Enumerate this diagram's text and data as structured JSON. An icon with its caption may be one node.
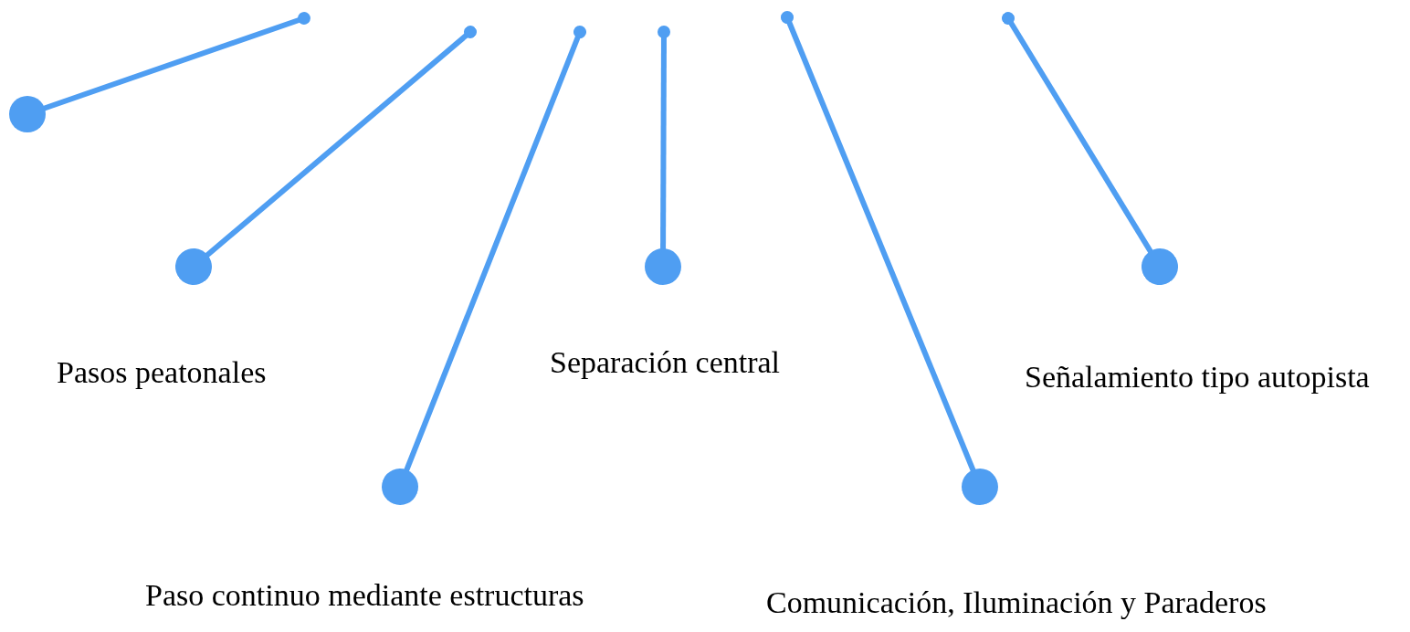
{
  "diagram": {
    "nodes": [
      {
        "text": [],
        "shape": "circle"
      },
      {
        "text": [
          "Pasos peatonales"
        ]
      },
      {
        "text": [
          "Separación central"
        ]
      },
      {
        "text": [
          "Señalamiento tipo autopista"
        ]
      },
      {
        "text": [
          "Paso continuo mediante estructuras"
        ]
      },
      {
        "text": [
          "Comunicación, Iluminación y Paraderos"
        ]
      }
    ],
    "edges": [
      {
        "from": 0,
        "to": null,
        "arrow": "other"
      },
      {
        "from": 1,
        "to": null,
        "arrow": "other"
      },
      {
        "from": 4,
        "to": null,
        "arrow": "other"
      },
      {
        "from": 2,
        "to": null,
        "arrow": "other"
      },
      {
        "from": 5,
        "to": null,
        "arrow": "other"
      },
      {
        "from": 3,
        "to": null,
        "arrow": "other"
      }
    ]
  }
}
